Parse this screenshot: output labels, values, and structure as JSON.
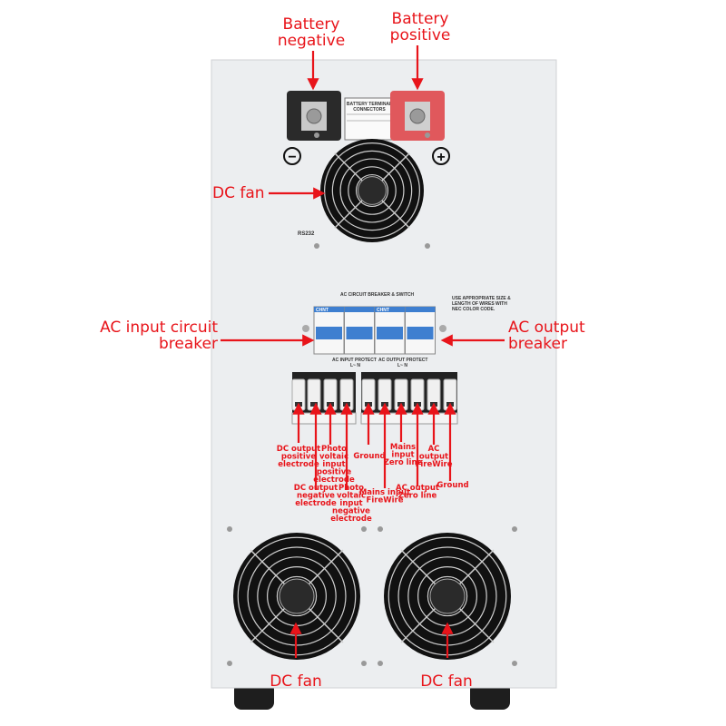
{
  "colors": {
    "annotation": "#e8141a",
    "cabinet": "#eeeff1",
    "breaker": "#3e7fd0",
    "positive_terminal": "#e0585c",
    "negative_terminal": "#2a2a2a"
  },
  "labels": {
    "battery_negative": [
      "Battery",
      "negative"
    ],
    "battery_positive": [
      "Battery",
      "positive"
    ],
    "dc_fan_top": "DC fan",
    "ac_input_breaker": [
      "AC input circuit",
      "breaker"
    ],
    "ac_output_breaker": [
      "AC output",
      "breaker"
    ],
    "dc_fan_bottom_left": "DC fan",
    "dc_fan_bottom_right": "DC fan",
    "dc_out_pos": [
      "DC output",
      "positive",
      "electrode"
    ],
    "dc_out_neg": [
      "DC output",
      "negative",
      "electrode"
    ],
    "pv_pos": [
      "Photo",
      "voltaic",
      "input",
      "positive",
      "electrode"
    ],
    "pv_neg": [
      "Photo",
      "voltaic",
      "input",
      "negative",
      "electrode"
    ],
    "ground_left": "Ground",
    "mains_fire": [
      "Mains input",
      "FireWire"
    ],
    "mains_zero": [
      "Mains",
      "input",
      "Zero line"
    ],
    "ac_out_zero": [
      "AC output",
      "Zero line"
    ],
    "ac_out_fire": [
      "AC",
      "output",
      "FireWire"
    ],
    "ground_right": "Ground"
  },
  "panel_text": {
    "battery_plate": [
      "BATTERY TERMINAL",
      "CONNECTORS"
    ],
    "rs232": "RS232",
    "breaker_title": "AC CIRCUIT BREAKER & SWITCH",
    "wire_note": [
      "USE APPROPRIATE SIZE &",
      "LENGTH OF WIRES WITH",
      "NEC COLOR CODE."
    ],
    "breaker_brand": "CHNT",
    "ac_input_protect": "AC INPUT PROTECT",
    "ac_output_protect": "AC OUTPUT PROTECT",
    "ln": "L~ N",
    "minus_symbol": "−",
    "plus_symbol": "+"
  }
}
